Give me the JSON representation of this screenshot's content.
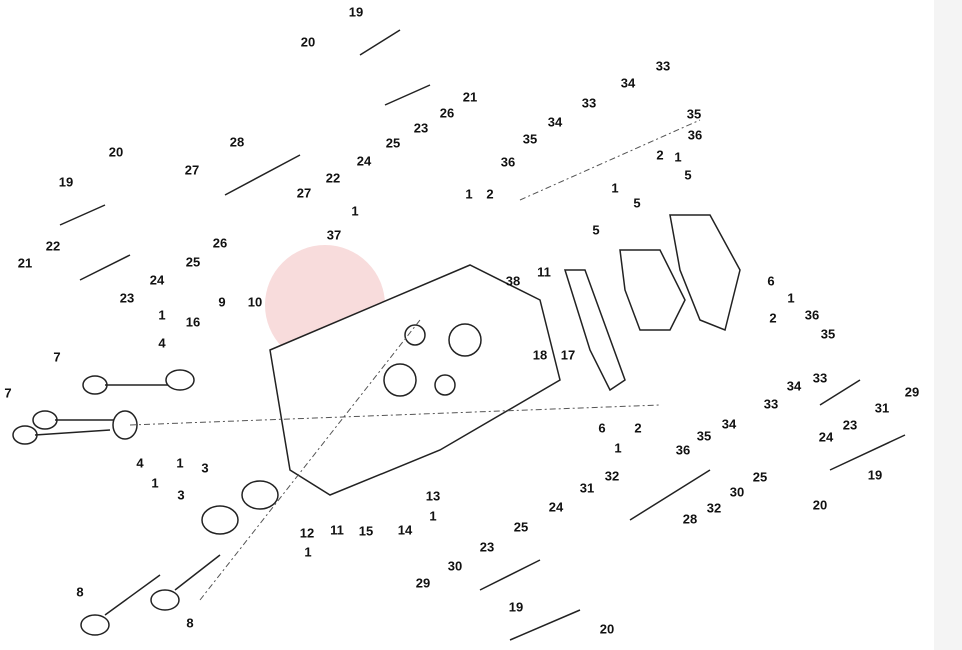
{
  "diagram": {
    "title": "Horizontal cylinder head – exploded parts view",
    "part_labels": [
      "19",
      "20",
      "21",
      "26",
      "23",
      "25",
      "24",
      "22",
      "27",
      "28",
      "27",
      "20",
      "19",
      "26",
      "25",
      "24",
      "22",
      "21",
      "23",
      "1",
      "37",
      "9",
      "10",
      "16",
      "1",
      "4",
      "7",
      "7",
      "4",
      "1",
      "3",
      "3",
      "8",
      "8",
      "12",
      "11",
      "15",
      "14",
      "13",
      "1",
      "38",
      "11",
      "18",
      "17",
      "5",
      "1",
      "5",
      "5",
      "1",
      "6",
      "1",
      "36",
      "2",
      "35",
      "33",
      "34",
      "33",
      "34",
      "35",
      "36",
      "2",
      "6",
      "1",
      "29",
      "31",
      "23",
      "24",
      "25",
      "30",
      "32",
      "20",
      "19",
      "28",
      "31",
      "32",
      "24",
      "25",
      "23",
      "30",
      "29",
      "19",
      "20",
      "36",
      "2",
      "1",
      "35",
      "34",
      "33",
      "34",
      "33",
      "35",
      "36",
      "2",
      "1",
      "1"
    ],
    "watermark_color": "#e8a0a0"
  }
}
